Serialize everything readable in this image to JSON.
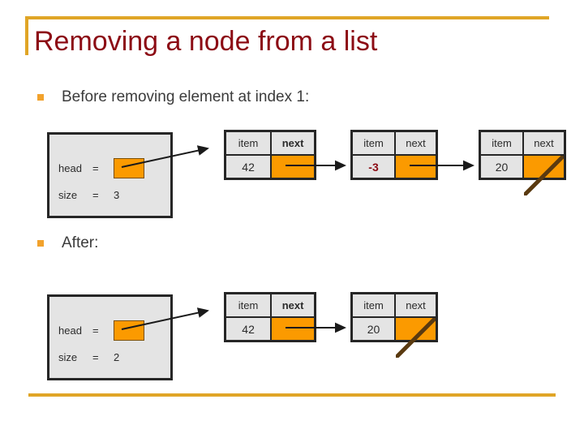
{
  "slide": {
    "title": "Removing a node from a list",
    "accent_color": "#E0A526",
    "title_color": "#8C0B14",
    "bullet_color": "#F2A22C",
    "pointer_color": "#FB9A00",
    "box_fill": "#E4E4E4",
    "border_color": "#262626"
  },
  "sections": [
    {
      "bullet": "Before removing element at index 1:",
      "variables": {
        "head_label": "head",
        "head_eq": "=",
        "head_value": "pointer",
        "size_label": "size",
        "size_eq": "=",
        "size_value": "3"
      },
      "nodes": [
        {
          "item_header": "item",
          "next_header": "next",
          "next_header_bold": true,
          "item_value": "42",
          "next_value": "pointer",
          "is_null": false,
          "negative": false
        },
        {
          "item_header": "item",
          "next_header": "next",
          "next_header_bold": false,
          "item_value": "-3",
          "next_value": "pointer",
          "is_null": false,
          "negative": true
        },
        {
          "item_header": "item",
          "next_header": "next",
          "next_header_bold": false,
          "item_value": "20",
          "next_value": "null",
          "is_null": true,
          "negative": false
        }
      ]
    },
    {
      "bullet": "After:",
      "variables": {
        "head_label": "head",
        "head_eq": "=",
        "head_value": "pointer",
        "size_label": "size",
        "size_eq": "=",
        "size_value": "2"
      },
      "nodes": [
        {
          "item_header": "item",
          "next_header": "next",
          "next_header_bold": true,
          "item_value": "42",
          "next_value": "pointer",
          "is_null": false,
          "negative": false
        },
        {
          "item_header": "item",
          "next_header": "next",
          "next_header_bold": false,
          "item_value": "20",
          "next_value": "null",
          "is_null": true,
          "negative": false
        }
      ]
    }
  ]
}
